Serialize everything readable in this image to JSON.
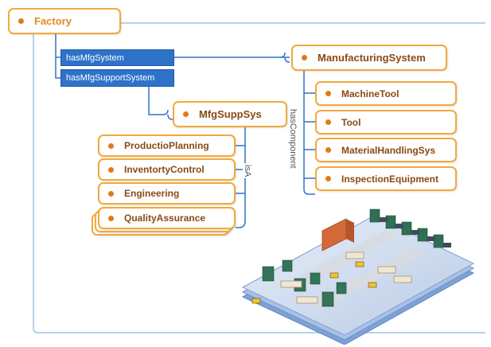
{
  "root": {
    "label": "Factory"
  },
  "properties": {
    "has_mfg_system": "hasMfgSystem",
    "has_mfg_support_system": "hasMfgSupportSystem"
  },
  "mfg_system": {
    "label": "ManufacturingSystem",
    "relation": "hasComponent",
    "components": [
      "MachineTool",
      "Tool",
      "MaterialHandlingSys",
      "InspectionEquipment"
    ]
  },
  "mfg_support": {
    "label": "MfgSuppSys",
    "relation": "isA",
    "subclasses": [
      "ProductioPlanning",
      "InventortyControl",
      "Engineering",
      "QualityAssurance"
    ]
  },
  "colors": {
    "node_border": "#f2a93b",
    "node_dot": "#e07a1c",
    "property_fill": "#2e73c9",
    "connector": "#2e73c9"
  }
}
